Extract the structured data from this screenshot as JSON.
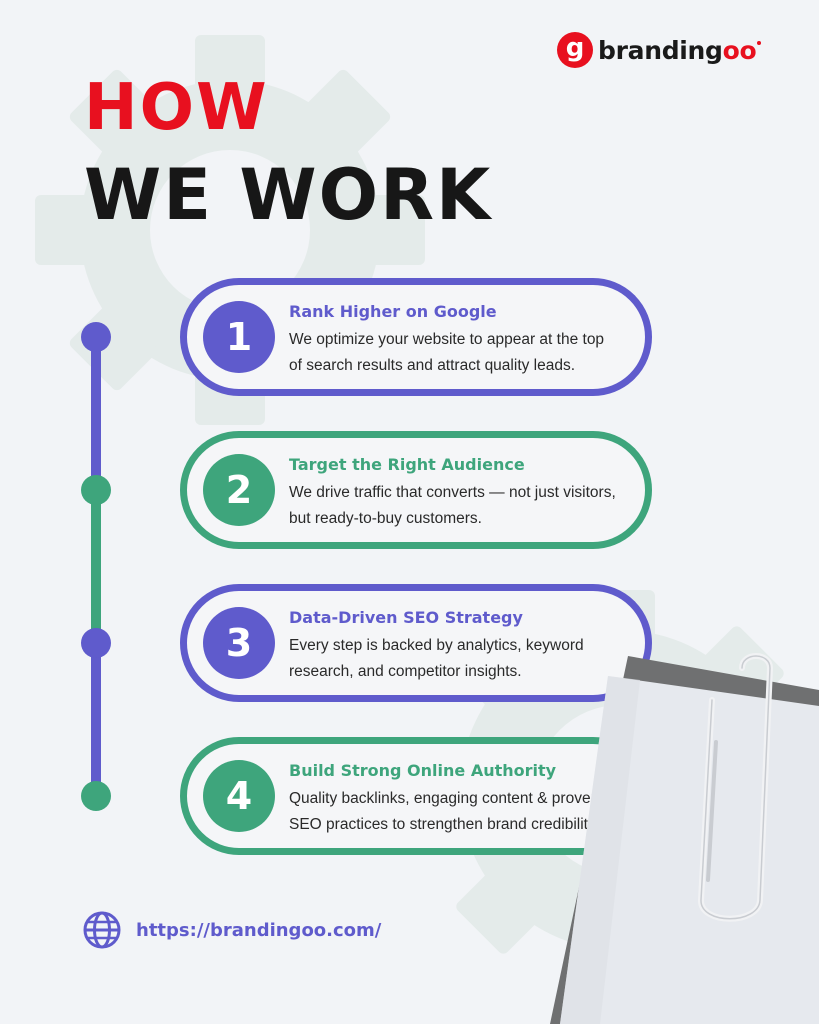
{
  "brand": {
    "mark": "g",
    "name_part1": "branding",
    "name_part2": "oo",
    "name_full": "brandingoo"
  },
  "title": {
    "line1": "HOW",
    "line2": "WE WORK"
  },
  "steps": [
    {
      "number": "1",
      "title": "Rank Higher on Google",
      "description": "We optimize your website to appear at the top of search results and attract quality leads.",
      "color": "#5f5bcc"
    },
    {
      "number": "2",
      "title": "Target the Right Audience",
      "description": "We drive traffic that converts — not just visitors, but ready-to-buy customers.",
      "color": "#3ea57c"
    },
    {
      "number": "3",
      "title": "Data-Driven SEO Strategy",
      "description": "Every step is backed by analytics, keyword research, and competitor insights.",
      "color": "#5f5bcc"
    },
    {
      "number": "4",
      "title": "Build Strong Online Authority",
      "description": "Quality backlinks, engaging content & proven SEO practices to strengthen brand credibility.",
      "color": "#3ea57c"
    }
  ],
  "footer": {
    "url": "https://brandingoo.com/",
    "icon": "globe-icon"
  },
  "colors": {
    "red": "#e8101f",
    "purple": "#5f5bcc",
    "green": "#3ea57c",
    "dark": "#171717",
    "background": "#f2f4f7"
  }
}
